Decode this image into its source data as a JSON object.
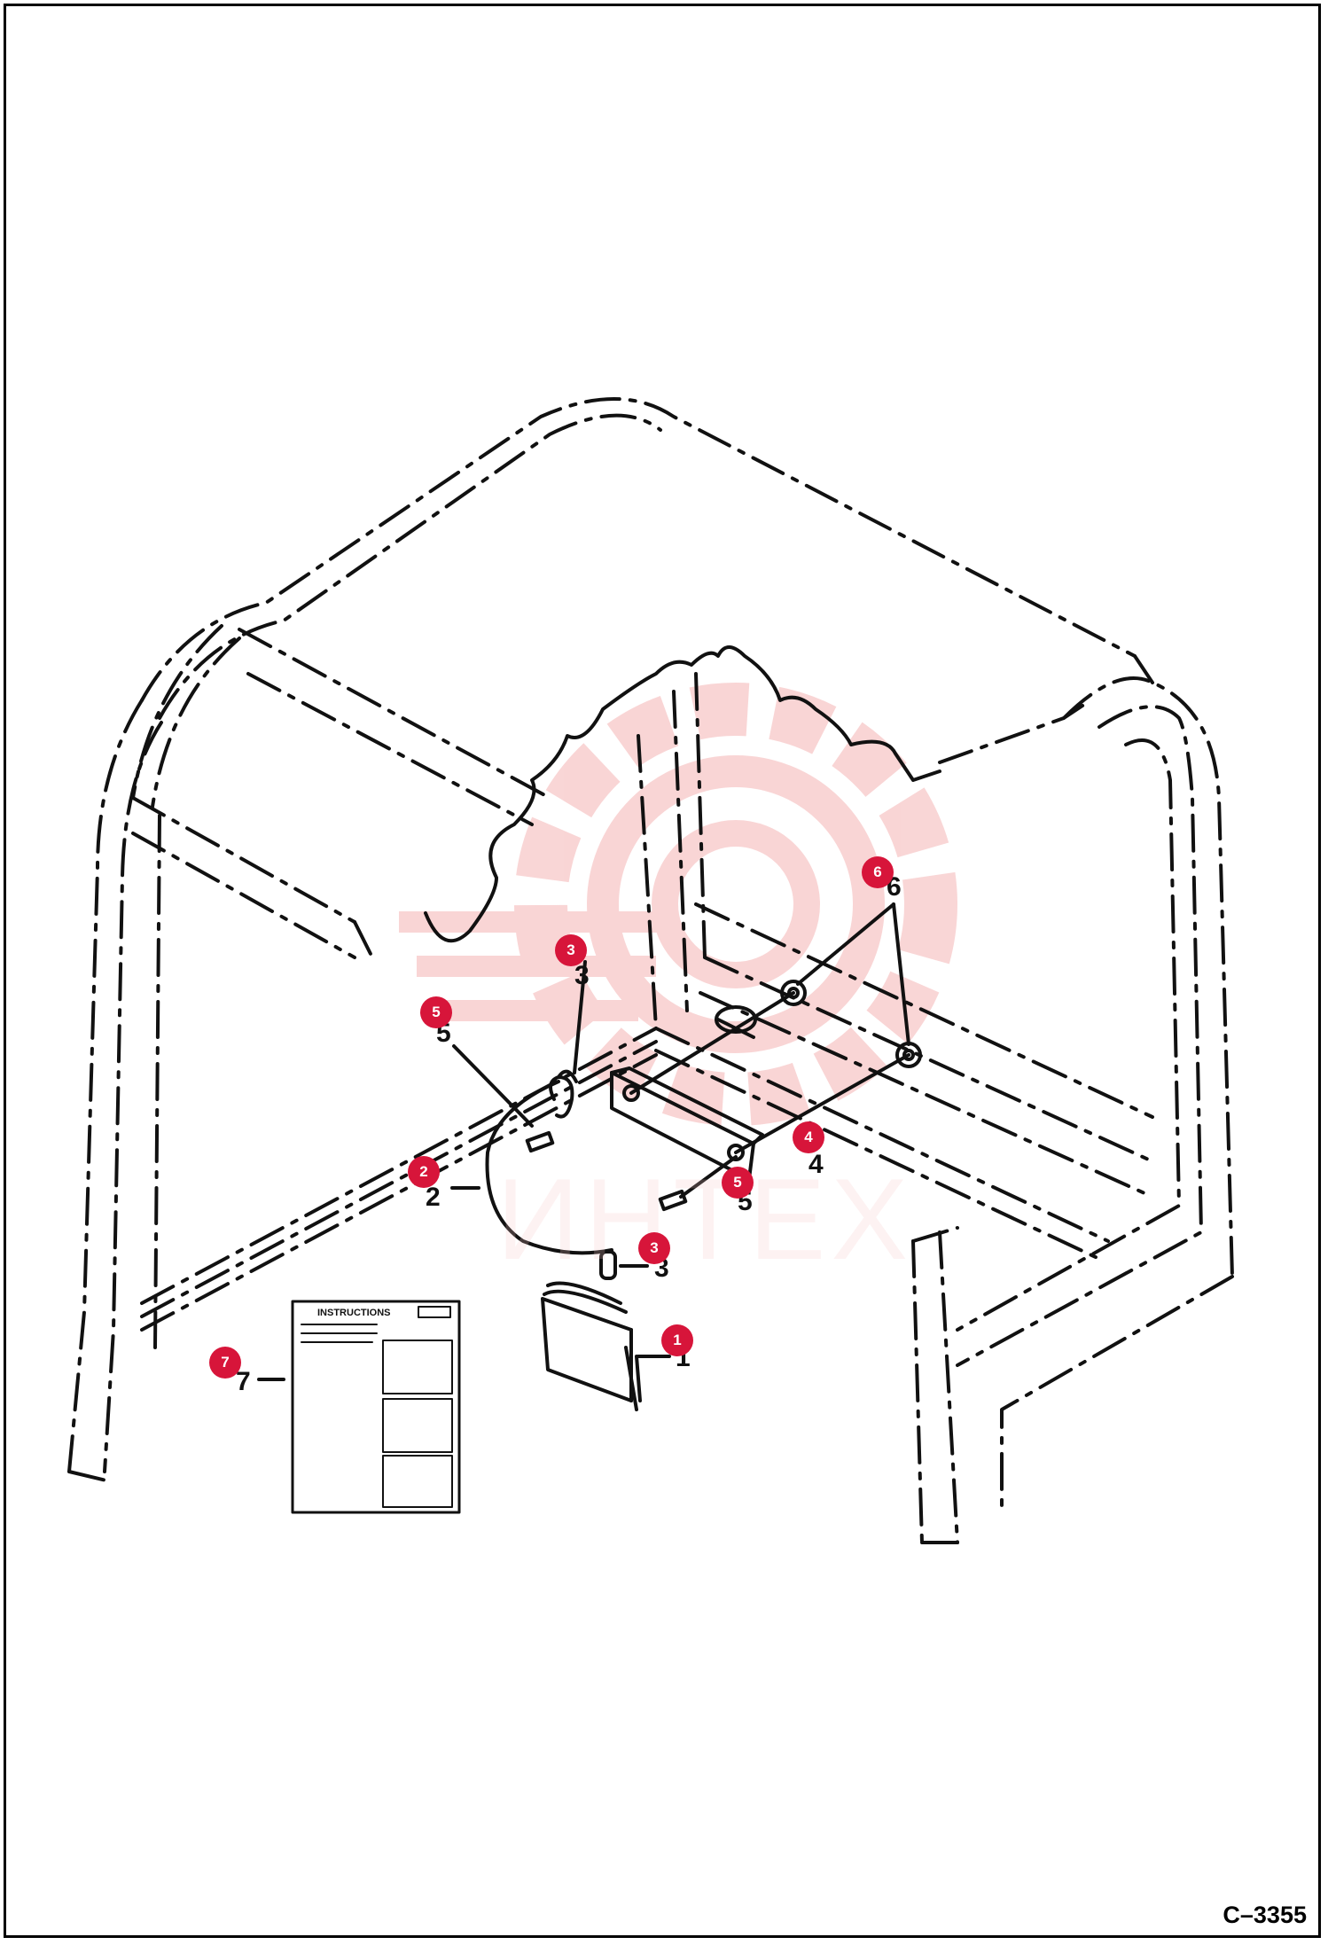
{
  "drawing_number": "C–3355",
  "watermark": {
    "text": "ИНТЕХ",
    "color": "#f7c8c8"
  },
  "badge_color": "#d7153a",
  "callouts": [
    {
      "id": "1",
      "label": "1"
    },
    {
      "id": "2",
      "label": "2"
    },
    {
      "id": "3a",
      "label": "3"
    },
    {
      "id": "3b",
      "label": "3"
    },
    {
      "id": "4",
      "label": "4"
    },
    {
      "id": "5a",
      "label": "5"
    },
    {
      "id": "5b",
      "label": "5"
    },
    {
      "id": "6",
      "label": "6"
    },
    {
      "id": "7",
      "label": "7"
    }
  ],
  "instruction_sheet": {
    "heading": "INSTRUCTIONS"
  }
}
